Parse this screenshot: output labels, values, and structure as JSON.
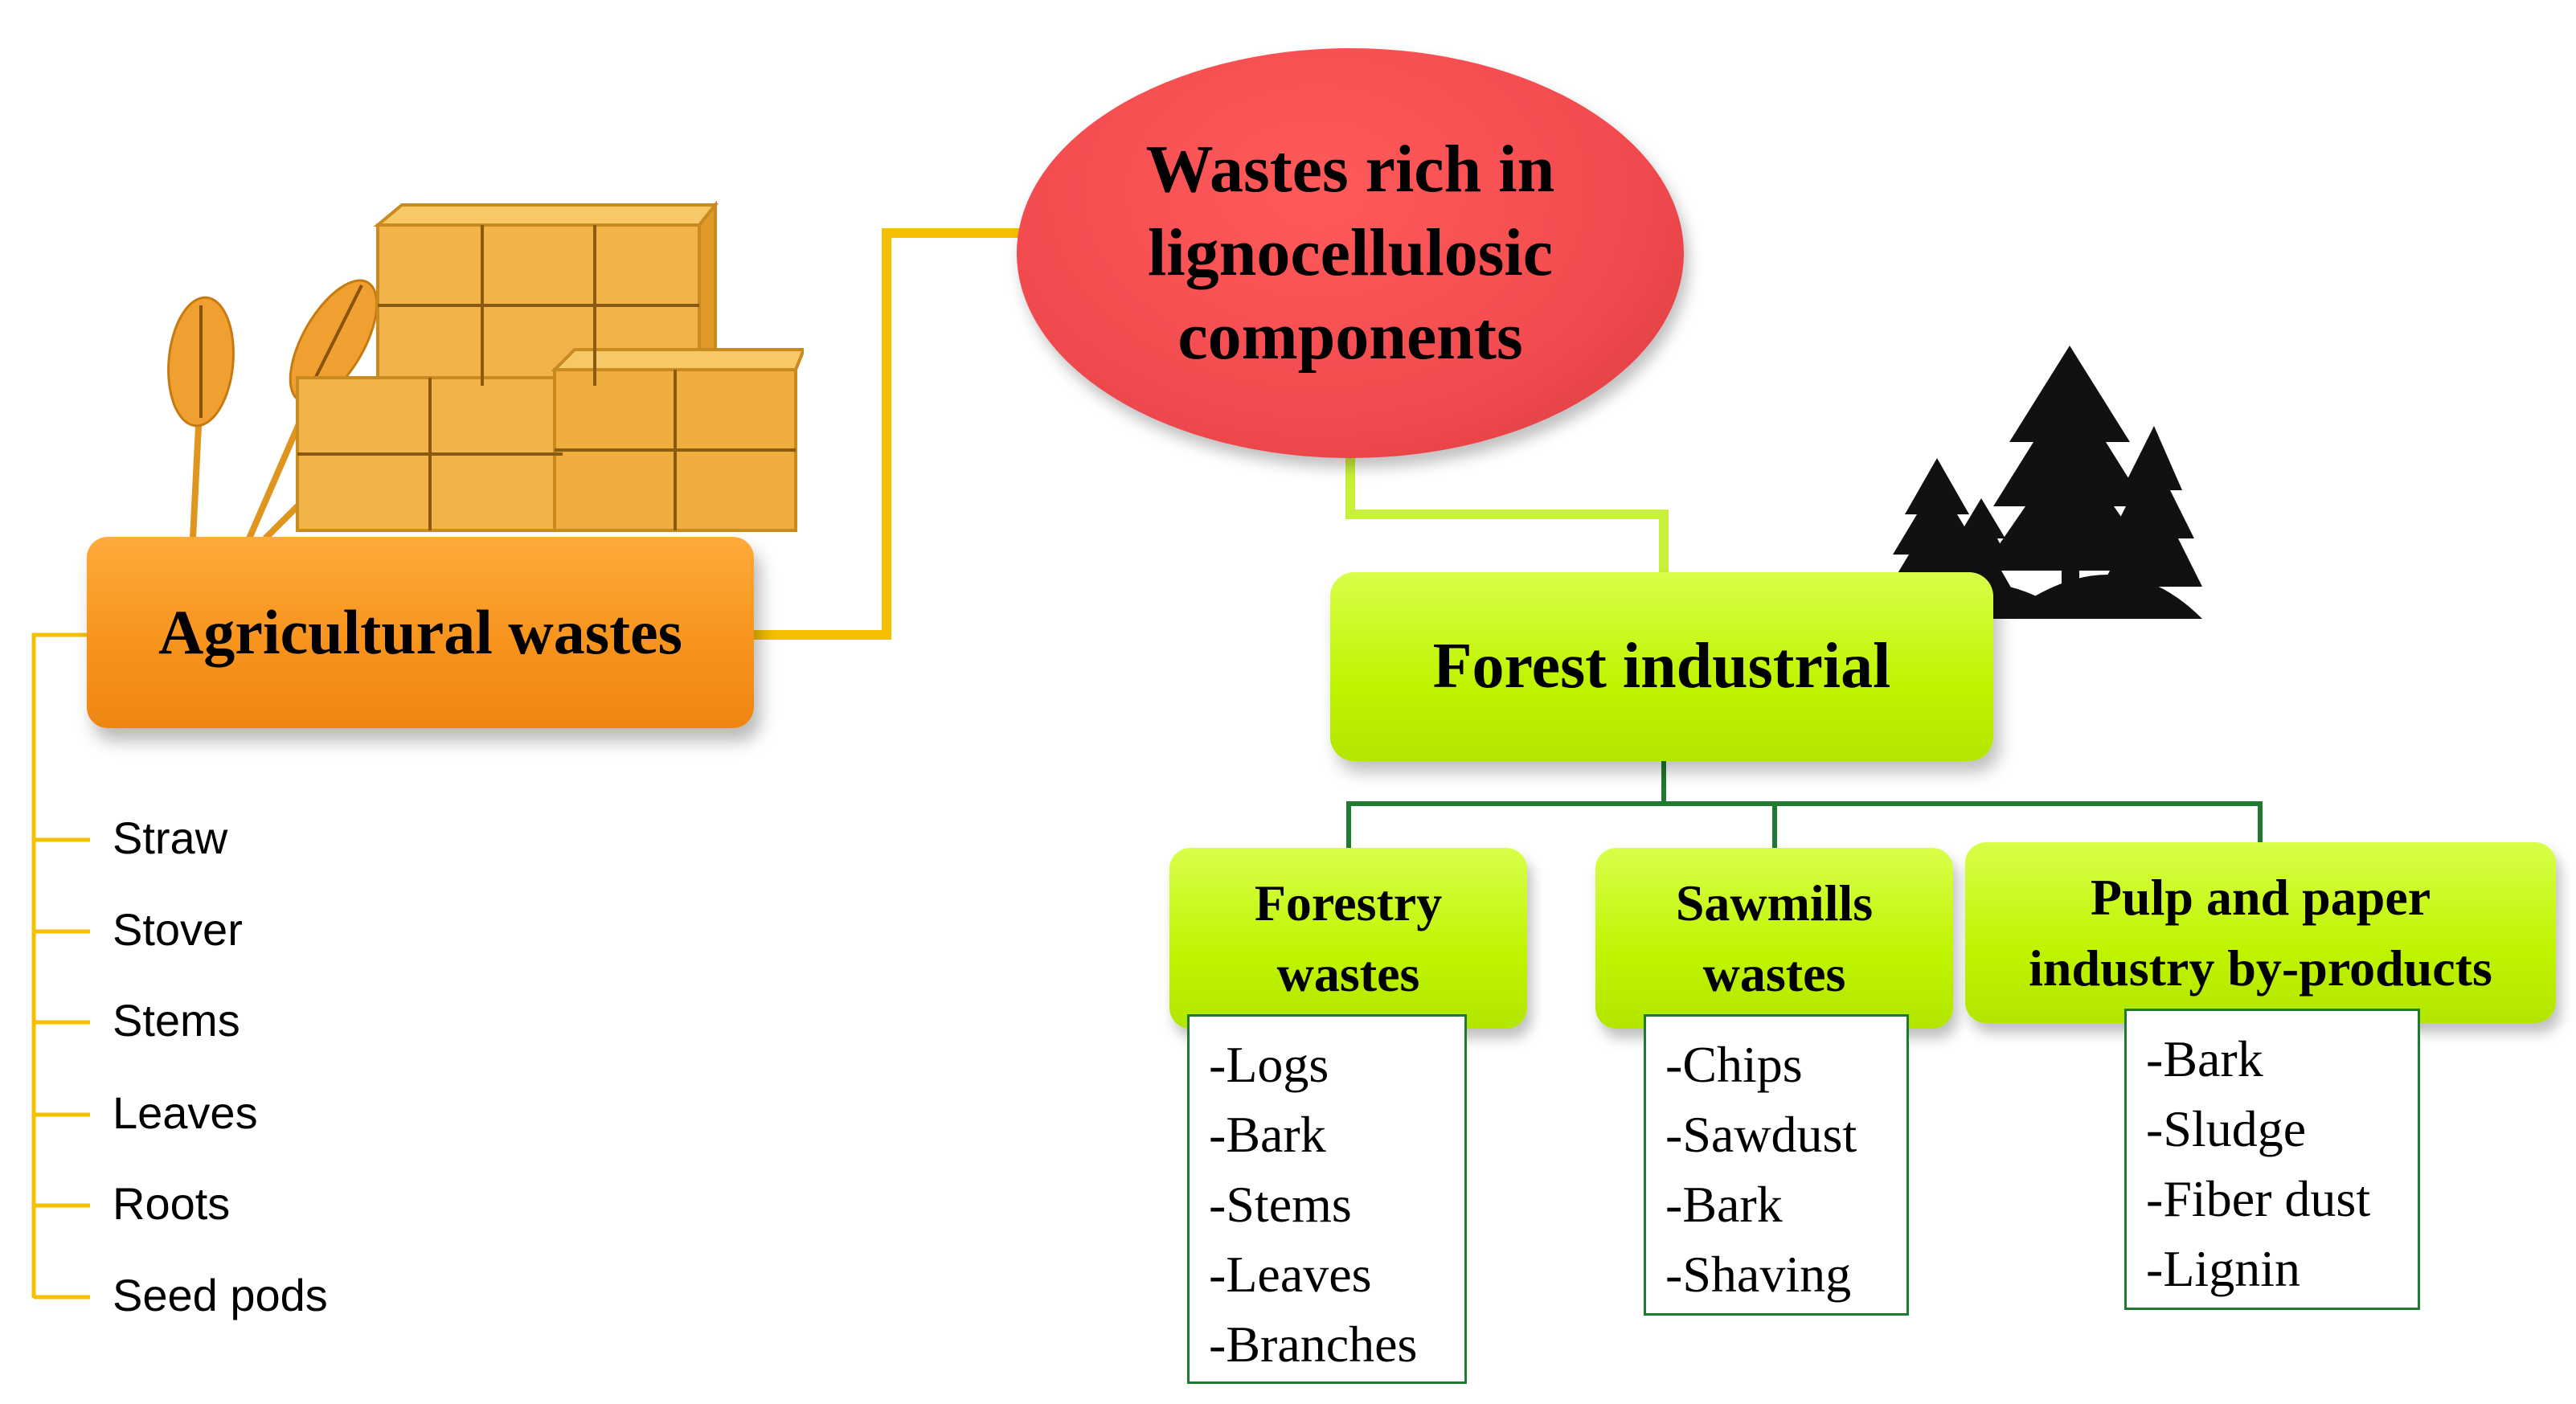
{
  "root": {
    "lines": [
      "Wastes rich in",
      "lignocellulosic",
      "components"
    ]
  },
  "agricultural": {
    "label": "Agricultural wastes",
    "items": [
      "Straw",
      "Stover",
      "Stems",
      "Leaves",
      "Roots",
      "Seed pods"
    ]
  },
  "forest": {
    "label": "Forest industrial",
    "categories": [
      {
        "title_lines": [
          "Forestry",
          "wastes"
        ],
        "items": [
          "-Logs",
          "-Bark",
          "-Stems",
          "-Leaves",
          "-Branches"
        ]
      },
      {
        "title_lines": [
          "Sawmills",
          "wastes"
        ],
        "items": [
          "-Chips",
          "-Sawdust",
          "-Bark",
          "-Shaving"
        ]
      },
      {
        "title_lines": [
          "Pulp and paper",
          "industry by-products"
        ],
        "items": [
          "-Bark",
          "-Sludge",
          "-Fiber dust",
          "-Lignin"
        ]
      }
    ]
  },
  "colors": {
    "root_fill": "#f24b4f",
    "agri_fill": "#f7941d",
    "agri_connector": "#f5c000",
    "forest_fill": "#bff400",
    "forest_connector": "#c8f03a",
    "tree_connector": "#1e7a2e",
    "list_border": "#1e7a2e",
    "hay": "#f2b44a",
    "wheat": "#f0a030",
    "trees": "#111111"
  },
  "icons": [
    "hay-bales-icon",
    "wheat-icon",
    "forest-trees-icon"
  ]
}
